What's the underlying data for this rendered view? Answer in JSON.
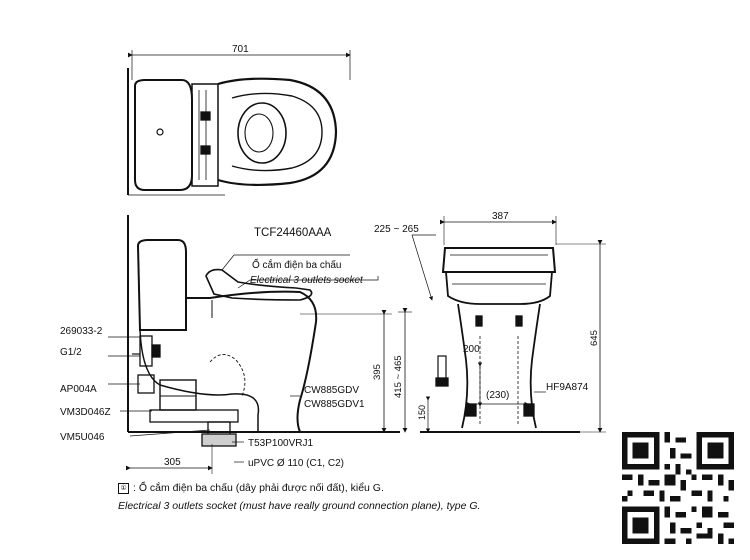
{
  "top_view": {
    "dim_width": "701"
  },
  "side_view": {
    "labels": {
      "seat_model": "TCF24460AAA",
      "socket_vn": "Ổ cắm điện ba chấu",
      "socket_en": "Electrical 3 outlets socket",
      "part_1": "269033-2",
      "part_2": "G1/2",
      "part_3": "AP004A",
      "part_4": "VM3D046Z",
      "part_5": "VM5U046",
      "bowl_1": "CW885GDV",
      "bowl_2": "CW885GDV1",
      "flange": "T53P100VRJ1",
      "pipe": "uPVC Ø 110 (C1, C2)"
    },
    "dims": {
      "rough_in": "305",
      "seat_height": "395",
      "overall_range": "415 ~ 465"
    }
  },
  "front_view": {
    "dims": {
      "offset": "225 ~ 265",
      "width": "387",
      "height": "645",
      "inner": "200",
      "base": "(230)",
      "floor": "150"
    },
    "labels": {
      "hose": "HF9A874"
    }
  },
  "notes": {
    "symbol": "①",
    "line_1": ": Ổ cắm điện ba chấu (dây phải được nối đất), kiểu G.",
    "line_2": "Electrical 3 outlets socket (must have really ground connection plane), type G."
  },
  "qr": {
    "icon": "qr-code-icon"
  }
}
